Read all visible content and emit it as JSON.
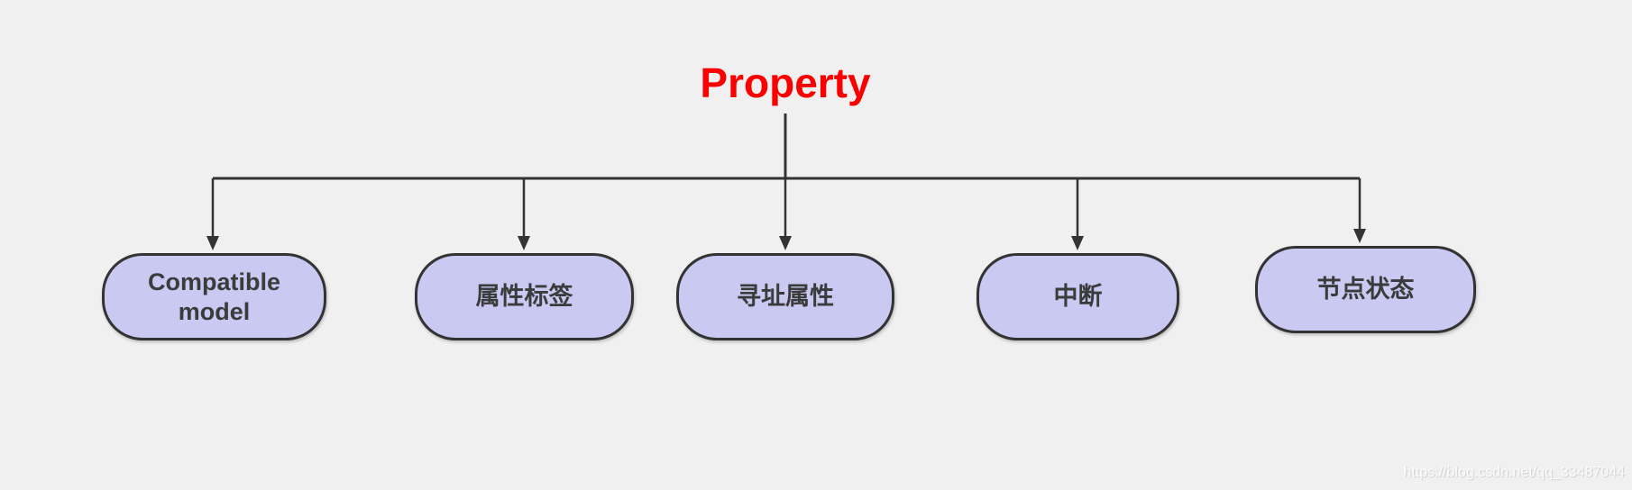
{
  "diagram": {
    "title": {
      "text": "Property"
    },
    "nodes": [
      {
        "id": "compatible-model",
        "label": "Compatible model"
      },
      {
        "id": "attribute-label",
        "label": "属性标签"
      },
      {
        "id": "addressing-property",
        "label": "寻址属性"
      },
      {
        "id": "interrupt",
        "label": "中断"
      },
      {
        "id": "node-status",
        "label": "节点状态"
      }
    ],
    "colors": {
      "background": "#f0f0f0",
      "title_color": "#fb0000",
      "node_fill": "#c9c9f2",
      "node_border": "#333333",
      "node_text": "#3b3b3b",
      "connector": "#333333"
    },
    "watermark": "https://blog.csdn.net/qq_33487044"
  }
}
